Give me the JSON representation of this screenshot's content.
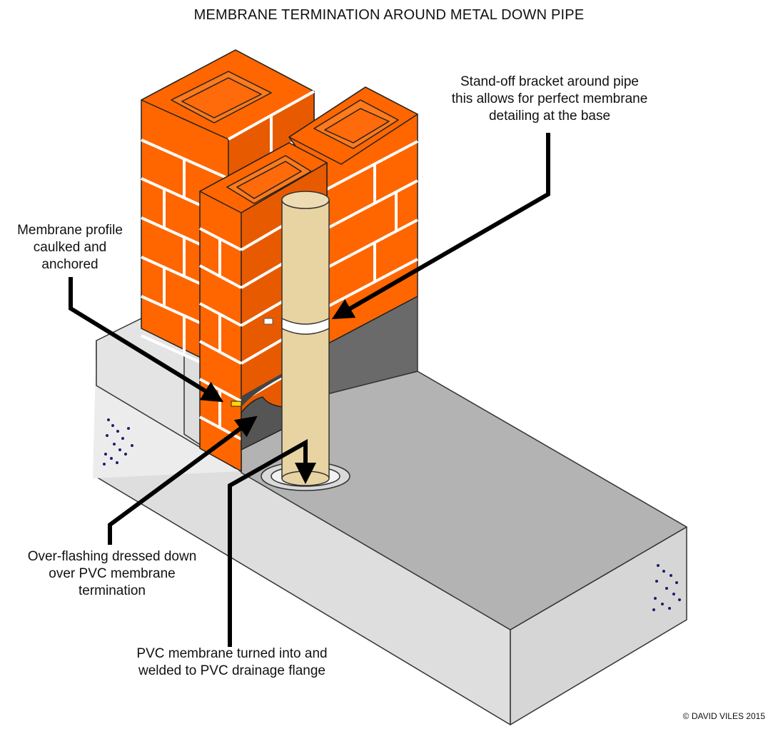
{
  "title": "MEMBRANE TERMINATION AROUND METAL DOWN PIPE",
  "callouts": {
    "standoff_bracket": {
      "lines": [
        "Stand-off bracket around pipe",
        "this allows for perfect membrane",
        "detailing at the base"
      ]
    },
    "membrane_profile": {
      "lines": [
        "Membrane profile",
        "caulked and",
        "anchored"
      ]
    },
    "over_flashing": {
      "lines": [
        "Over-flashing dressed down",
        "over PVC membrane",
        "termination"
      ]
    },
    "pvc_membrane": {
      "lines": [
        "PVC membrane turned into and",
        "welded to PVC drainage flange"
      ]
    }
  },
  "copyright": "© DAVID VILES 2015",
  "colors": {
    "brick": "#ff6600",
    "brick_dark": "#e85a00",
    "mortar": "#ffffff",
    "concrete_face": "#dcdcdc",
    "concrete_top": "#ececec",
    "membrane_top": "#b3b3b3",
    "membrane_upstand": "#6a6a6a",
    "pipe": "#e8d3a2",
    "arrow": "#000000"
  }
}
